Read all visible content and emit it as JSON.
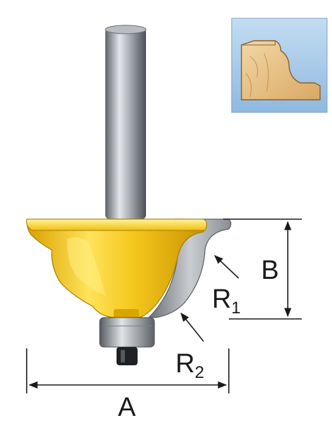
{
  "labels": {
    "a": "A",
    "b": "B",
    "r1_base": "R",
    "r1_sub": "1",
    "r2_base": "R",
    "r2_sub": "2"
  },
  "icons": {
    "bit": "router-bit-icon",
    "profile": "wood-profile-thumbnail-icon"
  },
  "colors": {
    "yellow_body": "#f7c81e",
    "yellow_shade": "#d9a600",
    "steel": "#8c9096",
    "steel_light": "#d4d7db",
    "thumb_bg": "#a9cbe8",
    "wood": "#e7c48d",
    "line": "#1a1a1a"
  }
}
